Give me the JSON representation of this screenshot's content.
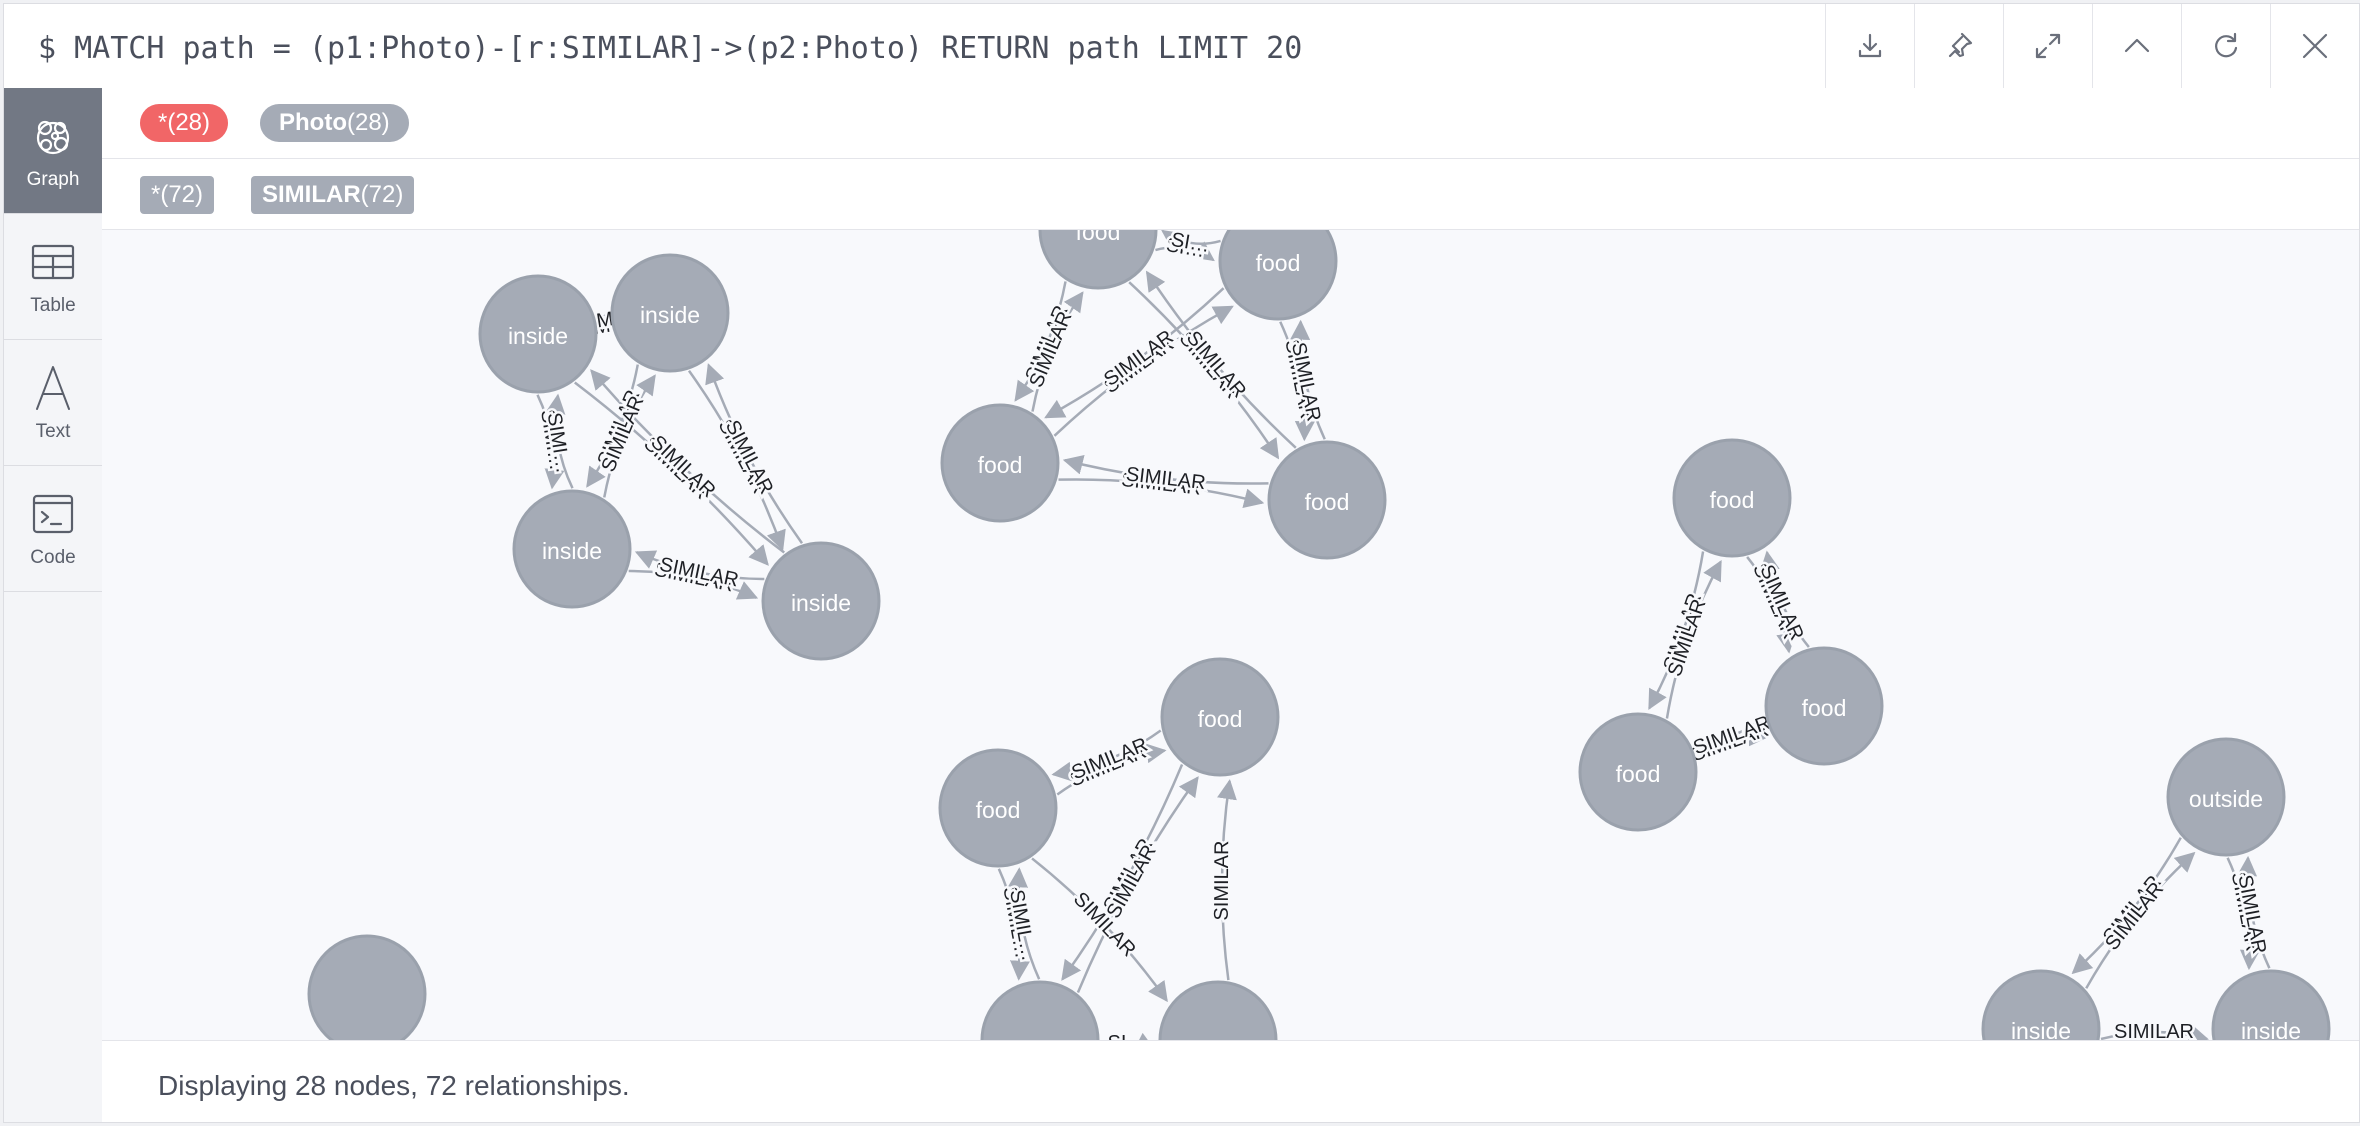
{
  "query": "$ MATCH path = (p1:Photo)-[r:SIMILAR]->(p2:Photo) RETURN path LIMIT 20",
  "toolbar": [
    {
      "name": "download-icon",
      "title": "download"
    },
    {
      "name": "pin-icon",
      "title": "pin"
    },
    {
      "name": "expand-icon",
      "title": "expand"
    },
    {
      "name": "chevron-up-icon",
      "title": "collapse"
    },
    {
      "name": "refresh-icon",
      "title": "rerun"
    },
    {
      "name": "close-icon",
      "title": "close"
    }
  ],
  "sidebar": [
    {
      "id": "graph",
      "label": "Graph",
      "active": true
    },
    {
      "id": "table",
      "label": "Table",
      "active": false
    },
    {
      "id": "text",
      "label": "Text",
      "active": false
    },
    {
      "id": "code",
      "label": "Code",
      "active": false
    }
  ],
  "legend": {
    "node_all": {
      "label": "*",
      "count": "(28)"
    },
    "node_photo": {
      "label": "Photo",
      "count": "(28)"
    },
    "rel_all": {
      "label": "*",
      "count": "(72)"
    },
    "rel_similar": {
      "label": "SIMILAR",
      "count": "(72)"
    }
  },
  "colors": {
    "node": "#a5abb6",
    "node_stroke": "#9aa1ac",
    "edge": "#a5abb6",
    "accent_red": "#f16667"
  },
  "graph": {
    "edge_label": "SIMILAR",
    "clusters": [
      {
        "nodes": [
          "inside",
          "inside",
          "inside",
          "inside"
        ],
        "edge_labels": [
          "SIM…",
          "SIM…",
          "SIMI…",
          "SIMI…",
          "SIMILAR",
          "SIMILAR",
          "SIMILAR",
          "SIMILAR",
          "SIMILAR",
          "SIMILAR",
          "SIMILAR",
          "SIMILAR"
        ]
      },
      {
        "nodes": [
          "food",
          "food",
          "food",
          "food"
        ],
        "edge_labels": [
          "SI…",
          "SI…",
          "SIMILAR",
          "SIMILAR",
          "SIMILAR",
          "SIMILAR",
          "SIMILAR",
          "SIMILAR",
          "SIMILAR",
          "SIMILAR",
          "SIMILAR",
          "SIMILAR"
        ]
      },
      {
        "nodes": [
          "food",
          "food",
          "food"
        ],
        "edge_labels": [
          "SIMILAR",
          "SIMILAR",
          "SIMILAR",
          "SIMILAR",
          "SIMILAR",
          "SIMILAR"
        ]
      },
      {
        "nodes": [
          "food",
          "food",
          "",
          ""
        ],
        "edge_labels": [
          "SIMILAR",
          "SIMILAR",
          "SIMIL…",
          "SIMIL…",
          "SIMILAR",
          "SIMILAR",
          "SIMILAR",
          "SIMILAR",
          "SI…"
        ]
      },
      {
        "nodes": [
          "outside",
          "inside",
          "inside"
        ],
        "edge_labels": [
          "SIMILAR",
          "SIMILAR",
          "SIMILAR",
          "SIMILAR",
          "SIMILAR"
        ]
      },
      {
        "nodes": [
          ""
        ],
        "edge_labels": []
      }
    ]
  },
  "status": "Displaying 28 nodes, 72 relationships."
}
